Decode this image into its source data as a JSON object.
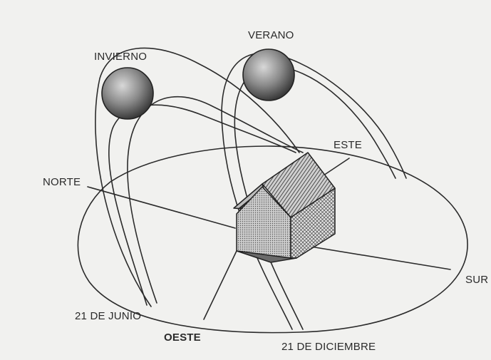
{
  "labels": {
    "invierno": "INVIERNO",
    "verano": "VERANO",
    "este": "ESTE",
    "norte": "NORTE",
    "sur": "SUR",
    "oeste": "OESTE",
    "junio": "21 DE JUNIO",
    "diciembre": "21 DE DICIEMBRE"
  }
}
